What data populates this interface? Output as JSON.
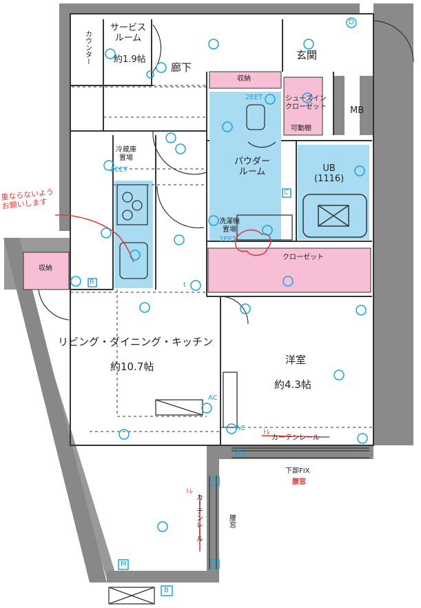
{
  "rooms": {
    "service_room": "サービス\nルーム",
    "service_room_size": "約1.9帖",
    "counter": "カウンター",
    "corridor": "廊下",
    "entrance": "玄関",
    "storage_top": "収納",
    "shoes_in_closet": "シューズイン\nクローゼット",
    "movable_shelf": "可動棚",
    "mb": "MB",
    "fridge_space": "冷蔵庫\n置場",
    "powder_room": "パウダー\nルーム",
    "ub": "UB\n(1116)",
    "washer_space": "洗濯機\n置場",
    "closet": "クローゼット",
    "storage_left": "収納",
    "ldk": "リビング・ダイニング・キッチン",
    "ldk_size": "約10.7帖",
    "western_room": "洋室",
    "western_room_size": "約4.3帖",
    "curtain_rail_1": "カーテンレール",
    "curtain_rail_2": "カーテンレール",
    "lower_fix": "下部FIX",
    "waist_window": "腰窓"
  },
  "symbols": {
    "door_d": "D",
    "c": "C",
    "r": "R",
    "b": "B",
    "m": "M",
    "s": "S",
    "ac": "AC",
    "eet": "2EET",
    "t": "t"
  },
  "annotations": {
    "handwritten_note": "重ならないよう\nお願いします",
    "red_window": "腰窓",
    "red_rail_1": "ﾄﾚ",
    "red_rail_2": "ﾄﾚ"
  },
  "colors": {
    "wall": "#808080",
    "wet_area": "#a9dcf2",
    "storage": "#f6bfd6",
    "symbol": "#1aa3d9",
    "annotation": "#e03a3a"
  }
}
